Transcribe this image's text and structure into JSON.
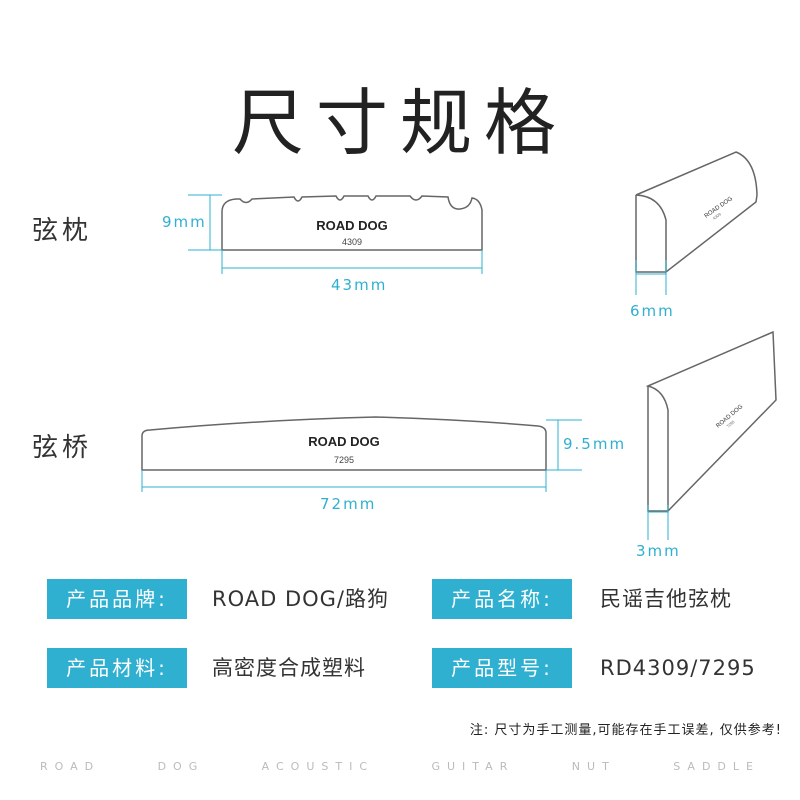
{
  "title": "尺寸规格",
  "nut": {
    "label": "弦枕",
    "brand": "ROAD DOG",
    "model": "4309",
    "height": "9mm",
    "length": "43mm",
    "thickness": "6mm",
    "side_brand": "ROAD DOG",
    "side_model": "4309"
  },
  "saddle": {
    "label": "弦桥",
    "brand": "ROAD DOG",
    "model": "7295",
    "height": "9.5mm",
    "length": "72mm",
    "thickness": "3mm",
    "side_brand": "ROAD DOG",
    "side_model": "7295"
  },
  "specs": [
    {
      "label": "产品品牌:",
      "value": "ROAD DOG/路狗"
    },
    {
      "label": "产品名称:",
      "value": "民谣吉他弦枕"
    },
    {
      "label": "产品材料:",
      "value": "高密度合成塑料"
    },
    {
      "label": "产品型号:",
      "value": "RD4309/7295"
    }
  ],
  "note": "注: 尺寸为手工测量,可能存在手工误差, 仅供参考!",
  "footer_words": [
    "ROAD",
    "DOG",
    "ACOUSTIC",
    "GUITAR",
    "NUT",
    "SADDLE"
  ],
  "colors": {
    "accent": "#2fb0d0",
    "outline": "#666666",
    "text": "#333333"
  }
}
